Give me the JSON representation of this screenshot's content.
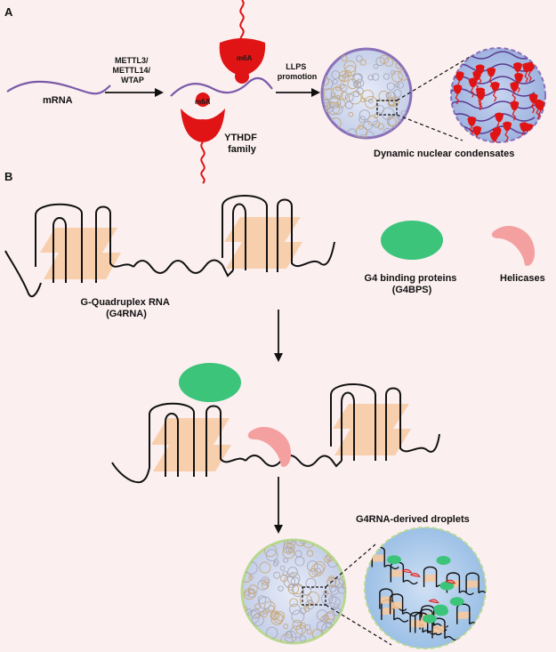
{
  "panel_a": {
    "letter": "A",
    "mrna_label": "mRNA",
    "enzyme_lines": [
      "METTL3/",
      "METTL14/",
      "WTAP"
    ],
    "m6a_top": "m6A",
    "m6a_bottom": "m6A",
    "reader_lines": [
      "YTHDF",
      "family"
    ],
    "llps_lines": [
      "LLPS",
      "promotion"
    ],
    "condensate_label": "Dynamic nuclear condensates"
  },
  "panel_b": {
    "letter": "B",
    "g4rna_lines": [
      "G-Quadruplex RNA",
      "(G4RNA)"
    ],
    "g4bp_lines": [
      "G4 binding proteins",
      "(G4BPS)"
    ],
    "helicase_label": "Helicases",
    "droplet_label": "G4RNA-derived droplets"
  },
  "colors": {
    "background": "#fbeff0",
    "rna": "#7a5aa8",
    "reader": "#e01414",
    "g4bp": "#3cc47a",
    "helicase": "#f4a0a0",
    "quartet": "#f7c9a0",
    "condensate_fill": "#c9d4ec",
    "condensate_ring_a": "#8a70b8",
    "condensate_ring_b": "#b8d890"
  }
}
